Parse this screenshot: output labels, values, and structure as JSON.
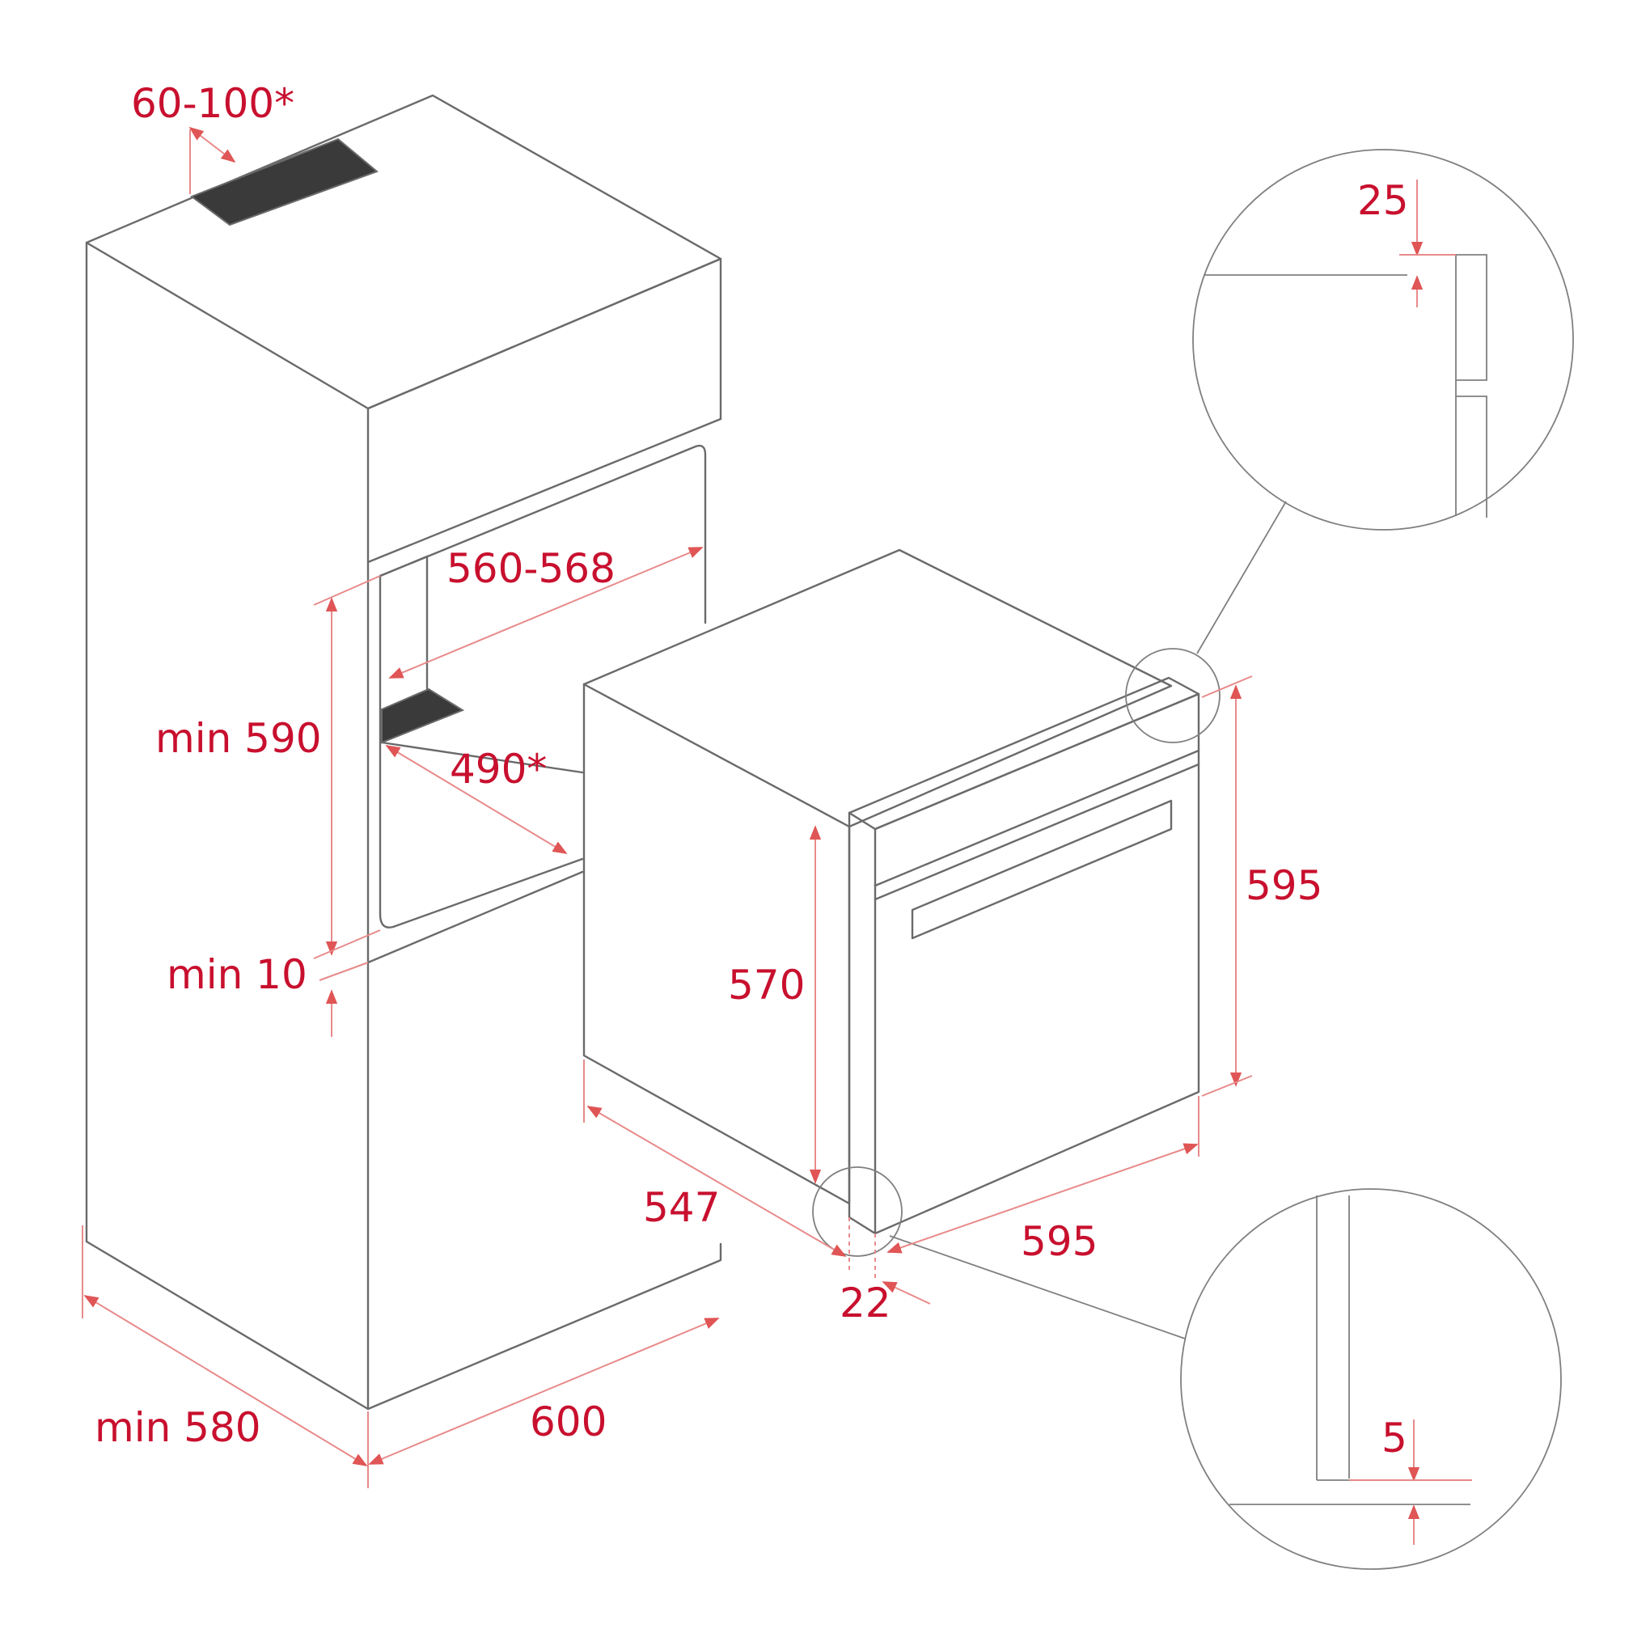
{
  "dimensions": {
    "vent_gap": "60-100*",
    "niche_width": "560-568",
    "niche_height": "min 590",
    "niche_depth": "490*",
    "bottom_gap": "min 10",
    "cabinet_depth": "min 580",
    "cabinet_width": "600",
    "oven_height_total": "595",
    "oven_height_body": "570",
    "oven_depth": "547",
    "oven_width": "595",
    "front_offset": "22",
    "top_detail": "25",
    "bottom_detail": "5"
  },
  "colors": {
    "line": "#6a6a6a",
    "dimension_text": "#c8102e",
    "dimension_line": "#e88a8a"
  }
}
